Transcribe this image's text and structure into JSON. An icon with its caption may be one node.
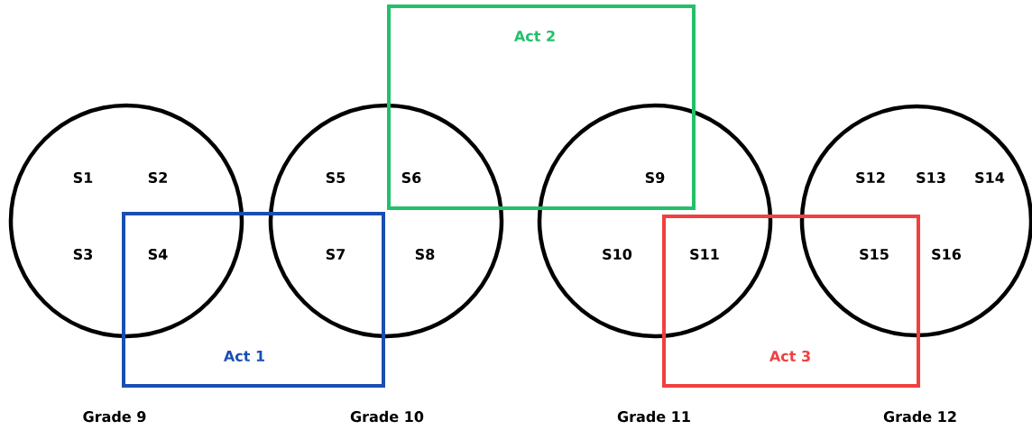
{
  "diagram": {
    "nodes": [
      {
        "text": [],
        "shape": "circle"
      },
      {
        "text": [],
        "shape": "circle"
      },
      {
        "text": [],
        "shape": "circle"
      },
      {
        "text": [],
        "shape": "circle"
      },
      {
        "text": [
          "Act 1"
        ]
      },
      {
        "text": [
          "Act 2"
        ]
      },
      {
        "text": [
          "Act 3"
        ]
      }
    ],
    "labels": [
      "S1",
      "S2",
      "S5",
      "S6",
      "S9",
      "S12",
      "S13",
      "S14",
      "S3",
      "S4",
      "S7",
      "S8",
      "S10",
      "S11",
      "S15",
      "S16",
      "Grade 9",
      "Grade 10",
      "Grade 11",
      "Grade 12"
    ]
  }
}
